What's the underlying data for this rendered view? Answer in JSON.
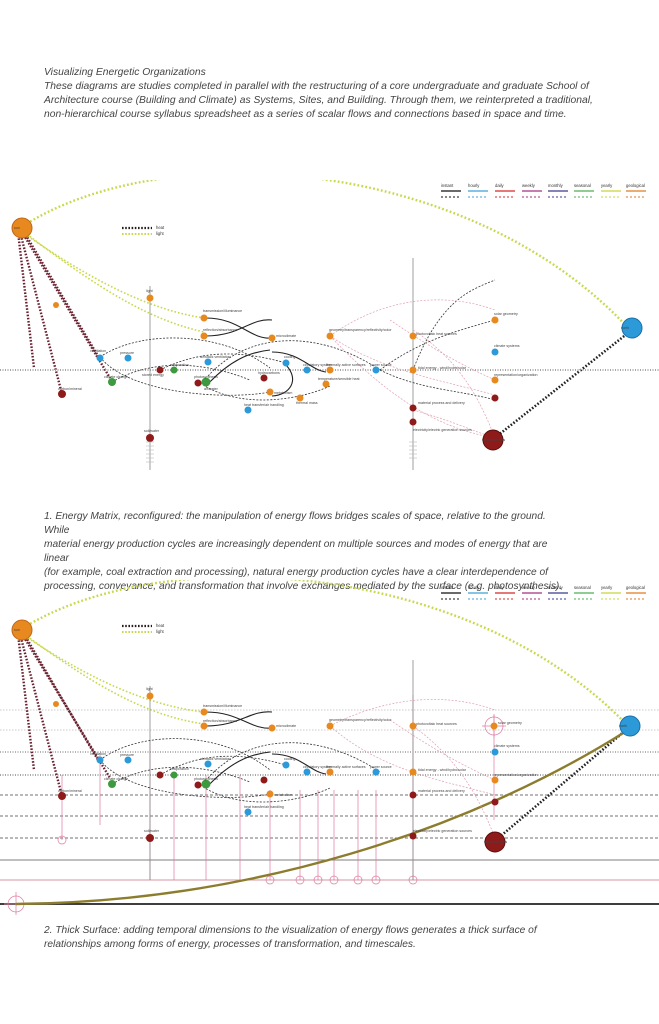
{
  "intro": {
    "title": "Visualizing Energetic Organizations",
    "line1": "These diagrams are studies completed in parallel with the restructuring of a core undergraduate and graduate School of",
    "line2": "Architecture course (Building and Climate) as Systems, Sites, and Building.  Through them, we reinterpreted a traditional,",
    "line3": "non-hierarchical course syllabus spreadsheet as a series of scalar flows and connections based in space and time."
  },
  "caption1": {
    "line1": "1. Energy Matrix, reconfigured: the manipulation of energy flows bridges scales of space, relative to the ground.  While",
    "line2": "material energy production cycles are increasingly dependent on multiple sources and modes of energy that are linear",
    "line3": "(for example, coal extraction and processing), natural energy production cycles have a clear interdependence of",
    "line4": "processing, conveyance, and transformation that involve exchanges mediated by the surface (e.g. photosynthesis)."
  },
  "caption2": {
    "line1": "2. Thick Surface: adding temporal dimensions to the visualization of energy flows generates a thick surface of",
    "line2": "relationships among forms of energy, processes of transformation, and timescales."
  },
  "timescale_legend": [
    {
      "label": "instant",
      "color": "#111111"
    },
    {
      "label": "hourly",
      "color": "#3aa0d8"
    },
    {
      "label": "daily",
      "color": "#d62828"
    },
    {
      "label": "weekly",
      "color": "#a0307f"
    },
    {
      "label": "monthly",
      "color": "#3b3b8f"
    },
    {
      "label": "seasonal",
      "color": "#4caf50"
    },
    {
      "label": "yearly",
      "color": "#c8d43a"
    },
    {
      "label": "geological",
      "color": "#e07a1f"
    }
  ],
  "flow_legend": {
    "heat": "heat",
    "light": "light"
  },
  "colors": {
    "orange": "#e8891f",
    "blue": "#2c9ad8",
    "green": "#3e9a3e",
    "darkred": "#8e1a1a",
    "heat": "#2a1a1a",
    "light": "#c8d84a",
    "ground": "#9a9a9a",
    "pink": "#e07aa0",
    "olive": "#8c7d2e"
  },
  "nodes": {
    "sun": "sun",
    "light": "light",
    "transmission": "transmission/illuminance",
    "reflection": "reflection/absorbance",
    "microclimate": "microclimate",
    "ventilation": "ventilation",
    "cooling": "cooling",
    "circulatory": "circulatory system",
    "scale_touch": "scale of human touch",
    "temp_heat": "temperature/sensible heat",
    "geometry": "geometry/transparency/reflectivity/color",
    "thermal_active": "thermally active surfaces",
    "photovoltaic": "photovoltaic heat sources",
    "solar_geometry": "solar geometry",
    "climate_systems": "climate systems",
    "representation": "representation/organization",
    "pressure": "pressure",
    "air_stack": "air/stack ventilation",
    "climate_change": "climate change",
    "photosynthesis": "photosynthesis",
    "heat_transfer": "heat transfer/air handling",
    "evaporation": "evaporation",
    "airwater": "air/water",
    "stored_energy": "stored energy",
    "metabolism": "metabolism",
    "thermal_mass": "thermal mass",
    "power_source": "power source",
    "tidal": "tidal energy - wind/hydro/solar",
    "material_process": "material process and delivery",
    "elec_gen": "electricity/electric generation sources",
    "carbon": "carbon/mineral",
    "soil": "soil/water",
    "hydrocarbons": "hydrocarbons",
    "earth": "earth",
    "fossil": "fossil/fuel cells"
  }
}
